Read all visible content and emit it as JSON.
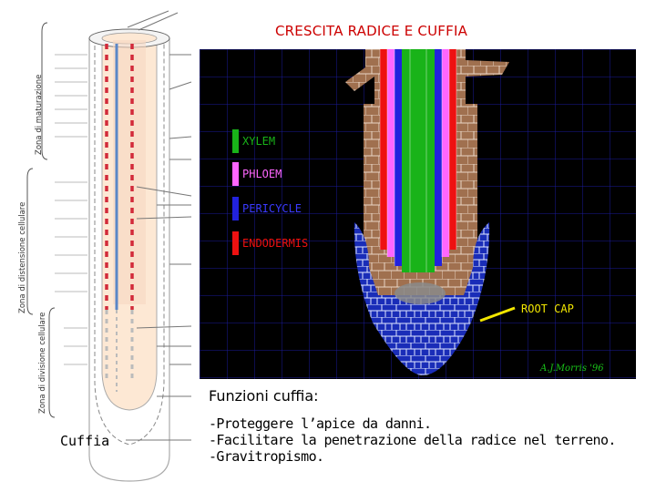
{
  "title": "CRESCITA RADICE E CUFFIA",
  "zones": {
    "maturation": "Zona di maturazione",
    "elongation": "Zona di distensione cellulare",
    "division": "Zona di divisione cellulare"
  },
  "micrograph": {
    "legend": [
      {
        "label": "XYLEM",
        "color": "#19b319"
      },
      {
        "label": "PHLOEM",
        "color": "#ff66ff"
      },
      {
        "label": "PERICYCLE",
        "color": "#2222dd"
      },
      {
        "label": "ENDODERMIS",
        "color": "#ee1111"
      }
    ],
    "root_cap_label": "ROOT CAP",
    "signature": "A.J.Morris '96",
    "colors": {
      "cortex": "#a0704f",
      "cap": "#1a2db8",
      "grid": "#1a1a9a",
      "label": "#f2e600"
    }
  },
  "functions": {
    "heading": "Funzioni cuffia:",
    "items": [
      "-Proteggere l’apice da danni.",
      "-Facilitare la penetrazione della radice nel terreno.",
      "-Gravitropismo."
    ]
  },
  "cuffia_label": "Cuffia"
}
